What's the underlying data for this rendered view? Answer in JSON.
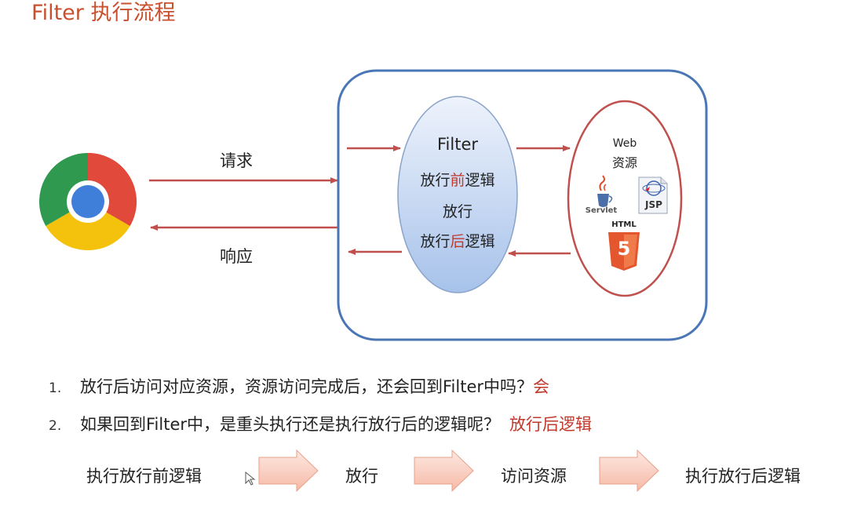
{
  "title": "Filter 执行流程",
  "diagram": {
    "request_label": "请求",
    "response_label": "响应",
    "filter": {
      "name": "Filter",
      "before_prefix": "放行",
      "before_key": "前",
      "before_suffix": "逻辑",
      "pass": "放行",
      "after_prefix": "放行",
      "after_key": "后",
      "after_suffix": "逻辑"
    },
    "web_resource": {
      "line1": "Web",
      "line2": "资源",
      "servlet_label": "Servlet",
      "jsp_label": "JSP",
      "html_label": "HTML",
      "html_badge": "5"
    }
  },
  "questions": [
    {
      "num": "1.",
      "text": "放行后访问对应资源，资源访问完成后，还会回到Filter中吗？",
      "answer": "会"
    },
    {
      "num": "2.",
      "text": "如果回到Filter中，是重头执行还是执行放行后的逻辑呢？",
      "answer": "放行后逻辑"
    }
  ],
  "flow_steps": [
    "执行放行前逻辑",
    "放行",
    "访问资源",
    "执行放行后逻辑"
  ],
  "colors": {
    "title": "#c8502e",
    "arrow": "#c0504d",
    "container_border": "#4a76b5",
    "filter_fill_top": "#eaf0fb",
    "filter_fill_bottom": "#a9c4ec",
    "filter_border": "#8aa3c9",
    "resource_border": "#c0504d",
    "highlight": "#c0392b"
  }
}
